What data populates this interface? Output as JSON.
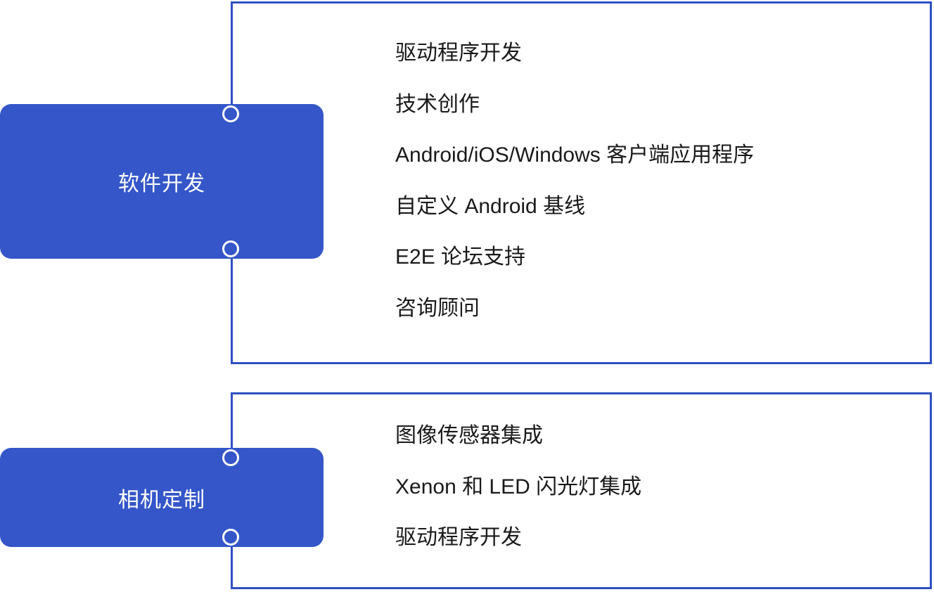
{
  "colors": {
    "node_fill": "#3456c9",
    "connector": "#2e50c1",
    "item_text": "#1a1a1a",
    "node_text": "#ffffff",
    "dot_ring": "#ffffff"
  },
  "sections": [
    {
      "label": "软件开发",
      "items": [
        "驱动程序开发",
        "技术创作",
        "Android/iOS/Windows 客户端应用程序",
        "自定义 Android 基线",
        "E2E 论坛支持",
        "咨询顾问"
      ]
    },
    {
      "label": "相机定制",
      "items": [
        "图像传感器集成",
        "Xenon 和 LED 闪光灯集成",
        "驱动程序开发"
      ]
    }
  ]
}
